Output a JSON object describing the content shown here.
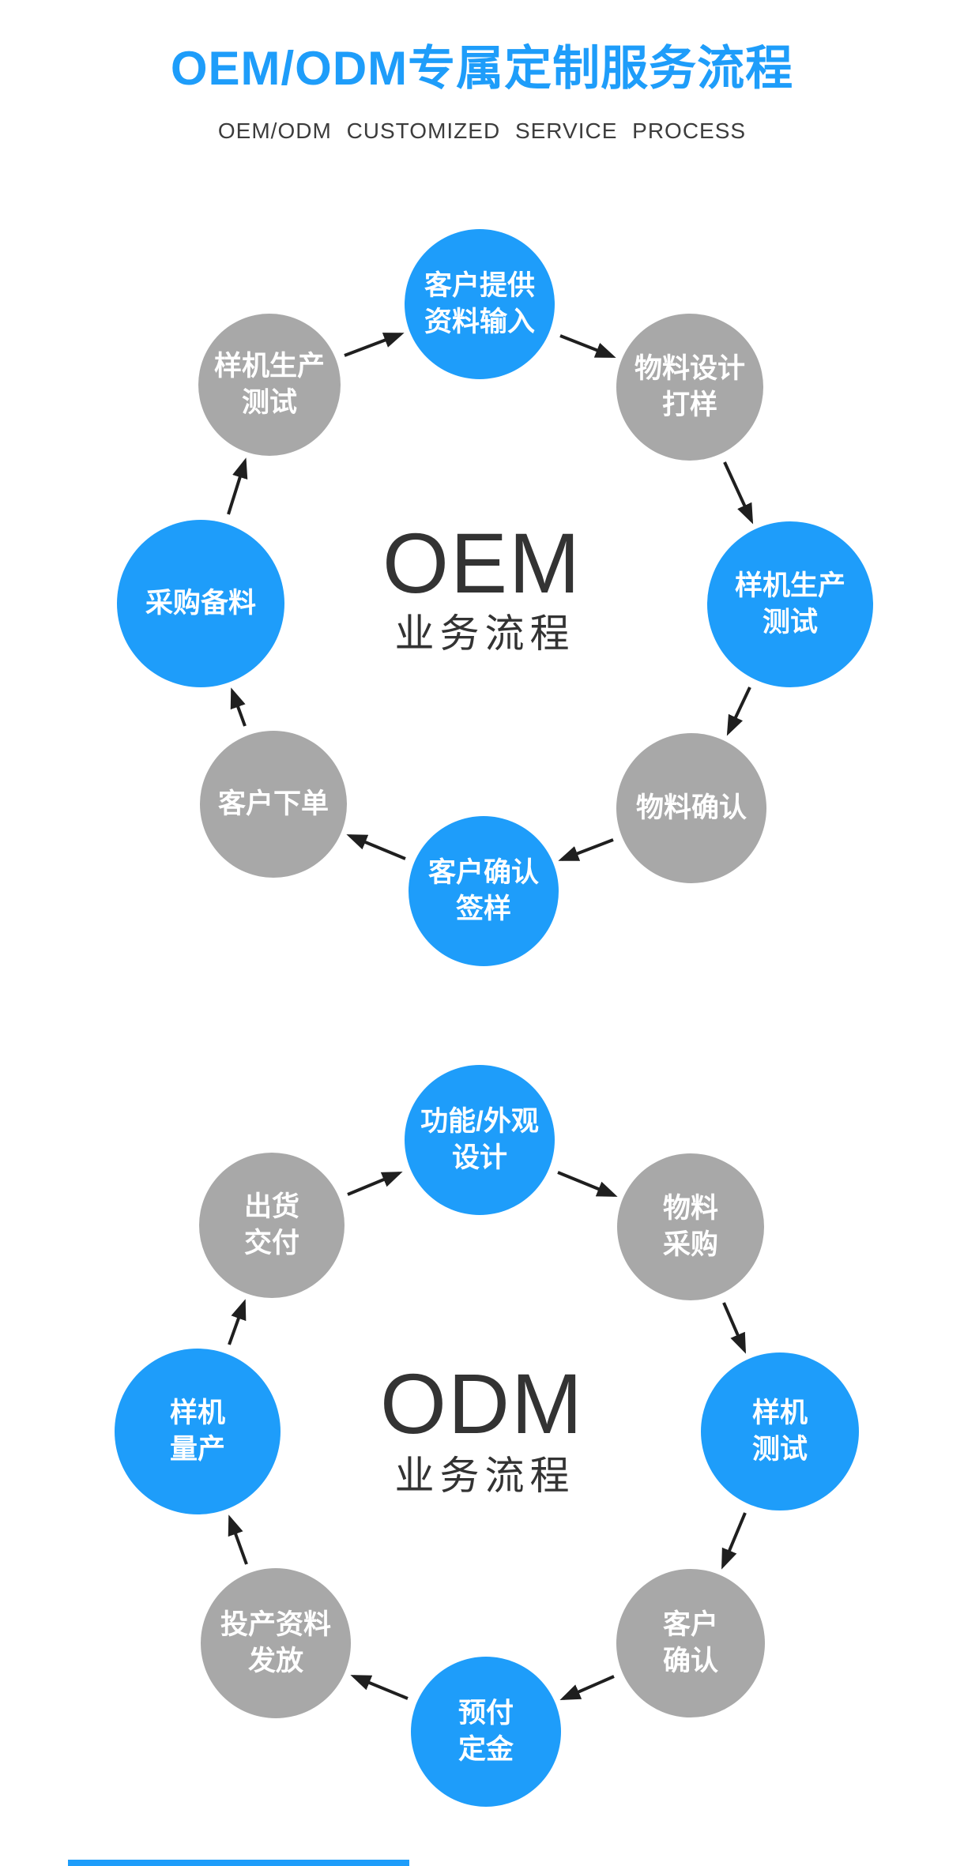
{
  "header": {
    "title": "OEM/ODM专属定制服务流程",
    "subtitle": "OEM/ODM CUSTOMIZED SERVICE PROCESS"
  },
  "colors": {
    "accent_blue": "#1E9DFA",
    "circle_gray": "#A8A8A8",
    "text_dark": "#333333",
    "arrow_black": "#1F1F1F",
    "circle_text": "#FFFFFF"
  },
  "oem": {
    "center_title": "OEM",
    "center_subtitle": "业务流程",
    "flow_direction": "clockwise",
    "nodes": [
      {
        "id": "customer-input",
        "position": "top",
        "color": "blue",
        "lines": [
          "客户提供",
          "资料输入"
        ]
      },
      {
        "id": "material-design",
        "position": "top-right",
        "color": "gray",
        "lines": [
          "物料设计",
          "打样"
        ]
      },
      {
        "id": "prototype-production",
        "position": "right",
        "color": "blue",
        "lines": [
          "样机生产",
          "测试"
        ]
      },
      {
        "id": "material-confirm",
        "position": "bottom-right",
        "color": "gray",
        "lines": [
          "物料确认"
        ]
      },
      {
        "id": "customer-sign",
        "position": "bottom",
        "color": "blue",
        "lines": [
          "客户确认",
          "签样"
        ]
      },
      {
        "id": "customer-order",
        "position": "bottom-left",
        "color": "gray",
        "lines": [
          "客户下单"
        ]
      },
      {
        "id": "procurement",
        "position": "left",
        "color": "blue",
        "lines": [
          "采购备料"
        ]
      },
      {
        "id": "prototype-test",
        "position": "top-left",
        "color": "gray",
        "lines": [
          "样机生产",
          "测试"
        ]
      }
    ]
  },
  "odm": {
    "center_title": "ODM",
    "center_subtitle": "业务流程",
    "flow_direction": "clockwise",
    "nodes": [
      {
        "id": "function-design",
        "position": "top",
        "color": "blue",
        "lines": [
          "功能/外观",
          "设计"
        ]
      },
      {
        "id": "material-purchase",
        "position": "top-right",
        "color": "gray",
        "lines": [
          "物料",
          "采购"
        ]
      },
      {
        "id": "prototype-testing",
        "position": "right",
        "color": "blue",
        "lines": [
          "样机",
          "测试"
        ]
      },
      {
        "id": "customer-confirm",
        "position": "bottom-right",
        "color": "gray",
        "lines": [
          "客户",
          "确认"
        ]
      },
      {
        "id": "deposit",
        "position": "bottom",
        "color": "blue",
        "lines": [
          "预付",
          "定金"
        ]
      },
      {
        "id": "production-docs",
        "position": "bottom-left",
        "color": "gray",
        "lines": [
          "投产资料",
          "发放"
        ]
      },
      {
        "id": "mass-production",
        "position": "left",
        "color": "blue",
        "lines": [
          "样机",
          "量产"
        ]
      },
      {
        "id": "shipment",
        "position": "top-left",
        "color": "gray",
        "lines": [
          "出货",
          "交付"
        ]
      }
    ]
  }
}
